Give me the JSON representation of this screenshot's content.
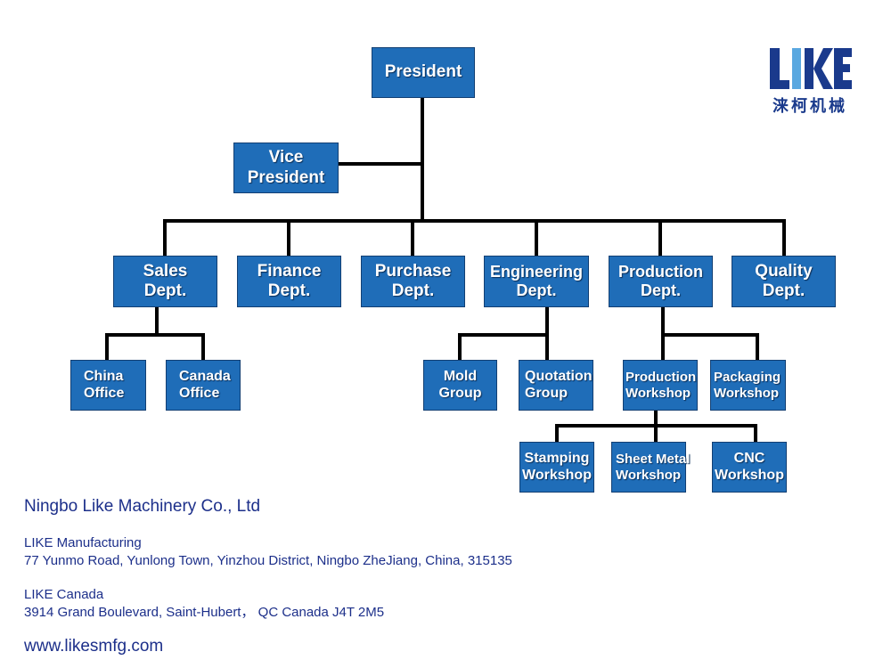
{
  "org": {
    "president": [
      "President"
    ],
    "vice_president": [
      "Vice",
      "President"
    ],
    "sales": [
      "Sales",
      "Dept."
    ],
    "finance": [
      "Finance",
      "Dept."
    ],
    "purchase": [
      "Purchase",
      "Dept."
    ],
    "engineering": [
      "Engineering",
      "Dept."
    ],
    "production": [
      "Production",
      "Dept."
    ],
    "quality": [
      "Quality",
      "Dept."
    ],
    "china_office": [
      "China",
      "Office"
    ],
    "canada_office": [
      "Canada",
      "Office"
    ],
    "mold_group": [
      "Mold",
      "Group"
    ],
    "quotation_group": [
      "Quotation",
      "Group"
    ],
    "production_workshop": [
      "Production",
      "Workshop"
    ],
    "packaging_workshop": [
      "Packaging",
      "Workshop"
    ],
    "stamping_workshop": [
      "Stamping",
      "Workshop"
    ],
    "sheet_metal_workshop": [
      "Sheet Metal",
      "Workshop"
    ],
    "cnc_workshop": [
      "CNC",
      "Workshop"
    ]
  },
  "logo": {
    "mark": "LIKE",
    "chinese": "涞柯机械",
    "colors": {
      "primary": "#1a3a8c",
      "accent": "#5aa8e0"
    }
  },
  "footer": {
    "company": "Ningbo Like Machinery Co., Ltd",
    "mfg_name": "LIKE Manufacturing",
    "mfg_address": "77 Yunmo Road, Yunlong Town, Yinzhou District, Ningbo ZheJiang, China, 315135",
    "canada_name": "LIKE Canada",
    "canada_address": "3914 Grand Boulevard, Saint-Hubert， QC Canada J4T 2M5",
    "website": "www.likesmfg.com"
  },
  "colors": {
    "box_fill": "#1f6db8",
    "line": "#000000",
    "footer_text": "#1c2f8a"
  }
}
